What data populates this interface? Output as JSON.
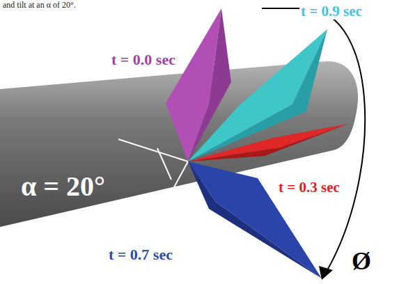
{
  "diagram": {
    "labels": [
      "and tilt at an α of 20°.",
      "t = 0.0 sec",
      "t = 0.9 sec",
      "t = 0.3 sec",
      "t = 0.7 sec",
      "α = 20°",
      "Ø"
    ]
  }
}
